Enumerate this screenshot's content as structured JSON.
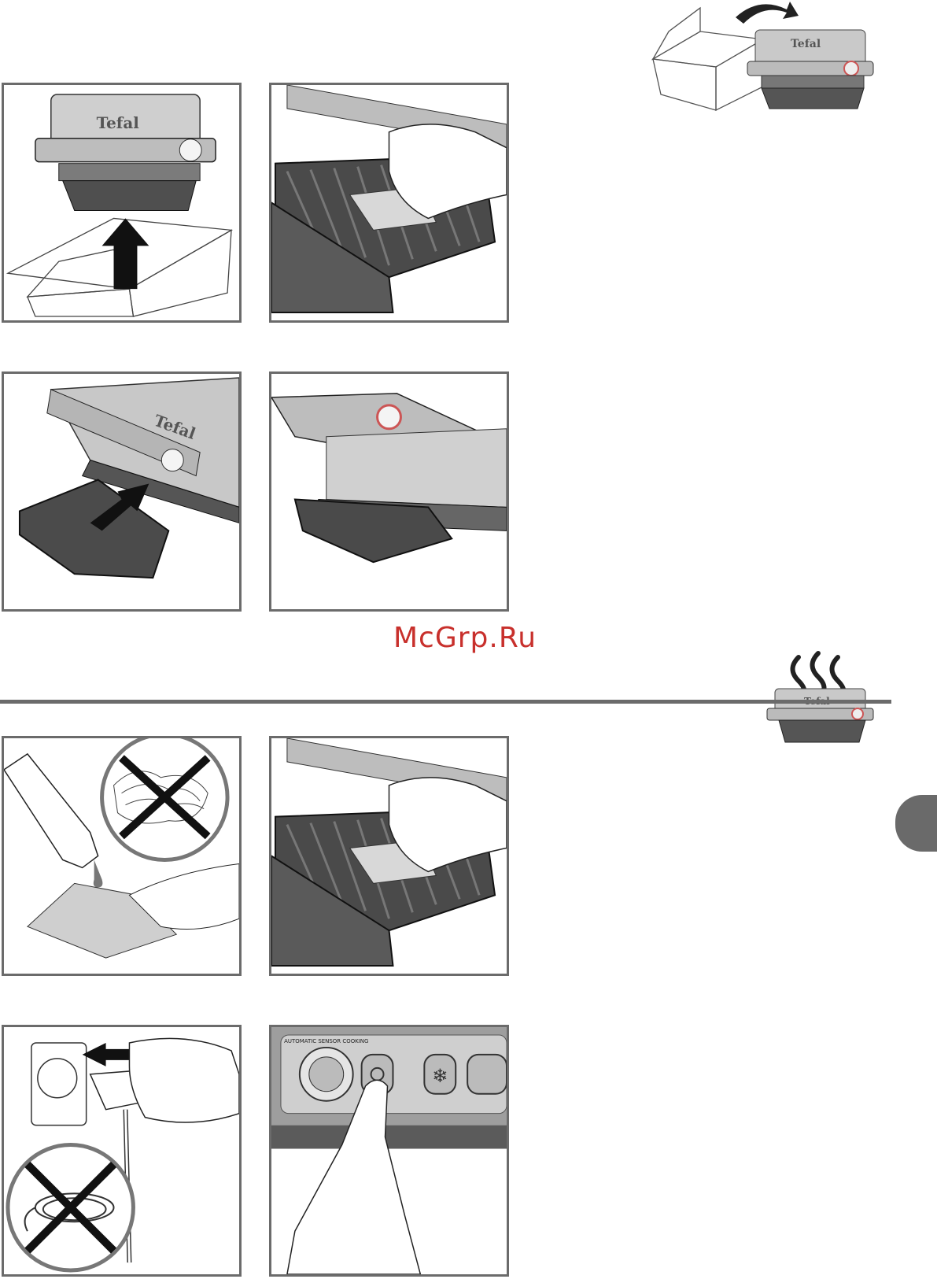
{
  "watermark": "McGrp.Ru",
  "brand_logo": "Tefal",
  "sensor_label": "AUTOMATIC SENSOR COOKING",
  "colors": {
    "frame": "#6b6b6b",
    "watermark": "#c8302c",
    "tab": "#6a6a6a",
    "grill_dark": "#4a4a4a",
    "steel": "#bdbdbd"
  },
  "icons": [
    "box-icon",
    "grill-icon",
    "arrow-up-icon",
    "cloth-icon",
    "drip-tray-icon",
    "detergent-icon",
    "steel-wool-icon",
    "prohibited-icon",
    "power-plug-icon",
    "socket-icon",
    "finger-icon",
    "power-button-icon",
    "snowflake-icon",
    "steam-icon"
  ]
}
